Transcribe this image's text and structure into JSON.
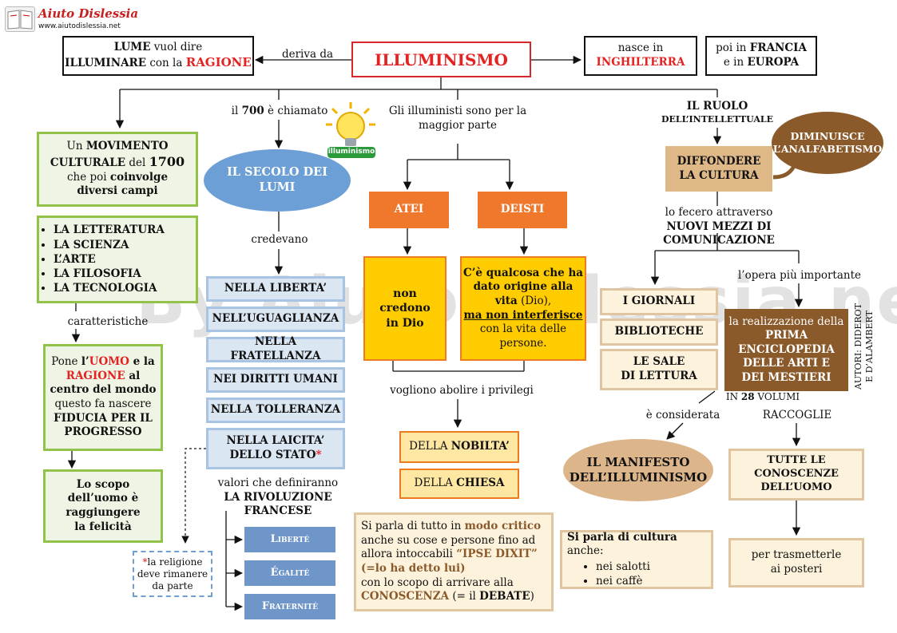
{
  "logo": {
    "name": "Aiuto Dislessia",
    "url": "www.aiutodislessia.net"
  },
  "watermark": "By AiutoDislessia.net",
  "title": "ILLUMINISMO",
  "edge_deriva": "deriva da",
  "lume": {
    "p1": "LUME",
    "p2": " vuol dire",
    "p3": "ILLUMINARE",
    "p4": " con la ",
    "p5": "RAGIONE"
  },
  "nasce": {
    "p1": "nasce in",
    "p2": "INGHILTERRA"
  },
  "francia": {
    "p1": "poi in ",
    "p2": "FRANCIA",
    "p3": "e in ",
    "p4": "EUROPA"
  },
  "movimento": {
    "p1": "Un ",
    "p2": "MOVIMENTO",
    "p3": "CULTURALE",
    "p4": " del ",
    "p5": "1700",
    "p6": "che poi ",
    "p7": "coinvolge",
    "p8": "diversi campi"
  },
  "campi": [
    "LA LETTERATURA",
    "LA SCIENZA",
    "L’ARTE",
    "LA FILOSOFIA",
    "LA TECNOLOGIA"
  ],
  "edge_caratteristiche": "caratteristiche",
  "pone": {
    "p1": "Pone ",
    "p2": "l’",
    "p3": "UOMO",
    "p4": " e la",
    "p5": "RAGIONE",
    "p6": " al",
    "p7": "centro del mondo",
    "p8": "questo fa nascere",
    "p9": "FIDUCIA PER IL",
    "p10": "PROGRESSO"
  },
  "scopo": {
    "l1": "Lo scopo",
    "l2": "dell’uomo è",
    "l3": "raggiungere",
    "l4": "la felicità"
  },
  "settecento": {
    "p1": "il ",
    "p2": "700",
    "p3": " è chiamato"
  },
  "bulb_label": "illuminismo",
  "secolo": {
    "l1": "IL SECOLO DEI",
    "l2": "LUMI"
  },
  "edge_credevano": "credevano",
  "valori": [
    "NELLA LIBERTA’",
    "NELL’UGUAGLIANZA",
    "NELLA FRATELLANZA",
    "NEI DIRITTI UMANI",
    "NELLA TOLLERANZA"
  ],
  "laicita": {
    "l1": "NELLA LAICITA’",
    "l2": "DELLO STATO",
    "star": "*"
  },
  "rivoluzione": {
    "l1": "valori che definiranno",
    "l2": "LA RIVOLUZIONE",
    "l3": "FRANCESE"
  },
  "motto": [
    "Liberté",
    "Égalité",
    "Fraternité"
  ],
  "nota": {
    "star": "*",
    "l1": "la religione",
    "l2": "deve rimanere",
    "l3": "da parte"
  },
  "illuministi": {
    "l1": "Gli illuministi sono per la",
    "l2": "maggior parte"
  },
  "atei": "ATEI",
  "deisti": "DEISTI",
  "non_credono": {
    "l1": "non",
    "l2": "credono",
    "l3": "in Dio"
  },
  "ce": {
    "p1": "C’è qualcosa che ha",
    "p2": "dato origine alla",
    "p3": "vita",
    "p4": " (Dio),",
    "p5": "ma non interferisce",
    "p6": "con la vita delle",
    "p7": "persone."
  },
  "edge_abolire": "vogliono abolire  i privilegi",
  "nobilta": {
    "p1": "DELLA ",
    "p2": "NOBILTA’"
  },
  "chiesa": {
    "p1": "DELLA ",
    "p2": "CHIESA"
  },
  "critico": {
    "p1": "Si parla di tutto in ",
    "p2": "modo critico",
    "p3": "anche su cose e persone fino ad",
    "p4": "allora intoccabili  ",
    "p5": "“IPSE DIXIT”",
    "p6": "(=lo ha detto lui)",
    "p7": "con lo scopo di arrivare alla",
    "p8": "CONOSCENZA",
    "p9": "  (= il ",
    "p10": "DEBATE",
    "p11": ")"
  },
  "ruolo": {
    "l1": "IL RUOLO",
    "l2": "DELL’INTELLETTUALE"
  },
  "diffondere": {
    "l1": "DIFFONDERE",
    "l2": "LA CULTURA"
  },
  "diminuisce": {
    "l1": "DIMINUISCE",
    "l2": "L’ANALFABETISMO"
  },
  "fecero": {
    "l1": "lo fecero attraverso",
    "l2": "NUOVI MEZZI DI COMUNICAZIONE"
  },
  "opera": "l’opera più importante",
  "mezzi": [
    "I GIORNALI",
    "BIBLIOTECHE"
  ],
  "sale": {
    "l1": "LE SALE",
    "l2": "DI LETTURA"
  },
  "enciclopedia": {
    "p1": "la realizzazione della",
    "p2": "PRIMA",
    "p3": "ENCICLOPEDIA",
    "p4": "DELLE ARTI E",
    "p5": "DEI MESTIERI"
  },
  "autori": {
    "l1": "AUTORI: DIDEROT",
    "l2": "E D’ALAMBERT"
  },
  "volumi": {
    "p1": "IN ",
    "p2": "28",
    "p3": " VOLUMI"
  },
  "edge_considerata": "è considerata",
  "edge_raccoglie": "RACCOGLIE",
  "manifesto": {
    "l1": "IL MANIFESTO",
    "l2": "DELL’ILLUMINISMO"
  },
  "conoscenze": {
    "l1": "TUTTE LE CONOSCENZE",
    "l2": "DELL’UOMO"
  },
  "cultura": {
    "p1": "Si parla di cultura",
    "p2": " anche:",
    "items": [
      "nei salotti",
      "nei caffè"
    ]
  },
  "trasmettere": {
    "l1": "per  trasmetterle",
    "l2": "ai posteri"
  },
  "colors": {
    "red": "#e32222",
    "green_border": "#93c24a",
    "blue_fill": "#dbe6f3",
    "orange": "#f0782d",
    "yellow": "#ffcc00",
    "tan": "#deb887",
    "brown": "#8b5a2b",
    "steel": "#6f96c9"
  }
}
